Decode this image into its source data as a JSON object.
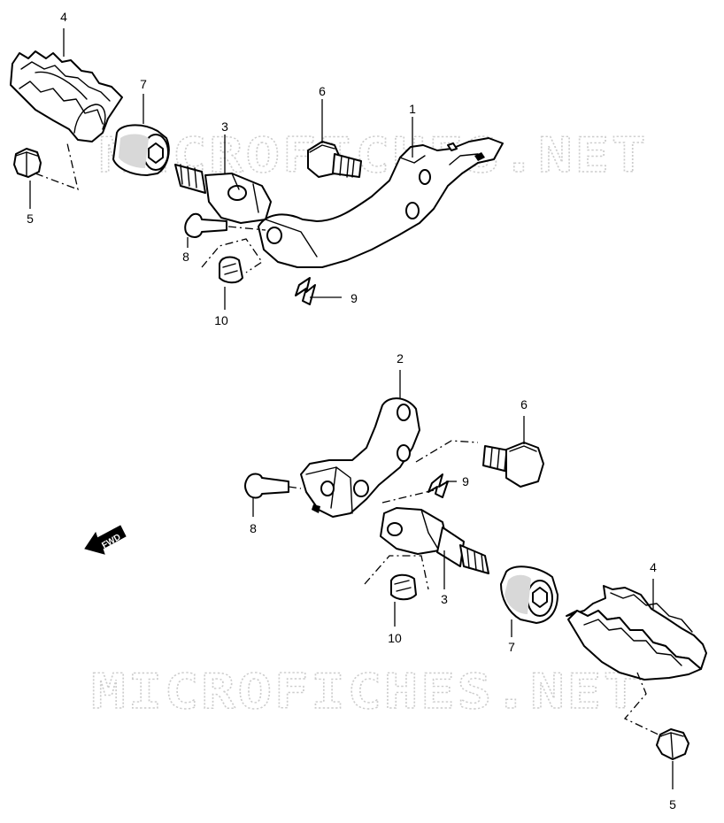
{
  "watermark": {
    "text": "MICROFICHES.NET"
  },
  "direction_label": "FWD",
  "callouts": {
    "top": {
      "p1": "1",
      "p3": "3",
      "p4": "4",
      "p5": "5",
      "p6": "6",
      "p7": "7",
      "p8": "8",
      "p9": "9",
      "p10": "10"
    },
    "bottom": {
      "p2": "2",
      "p3": "3",
      "p4": "4",
      "p5": "5",
      "p6": "6",
      "p7": "7",
      "p8": "8",
      "p9": "9",
      "p10": "10"
    }
  }
}
